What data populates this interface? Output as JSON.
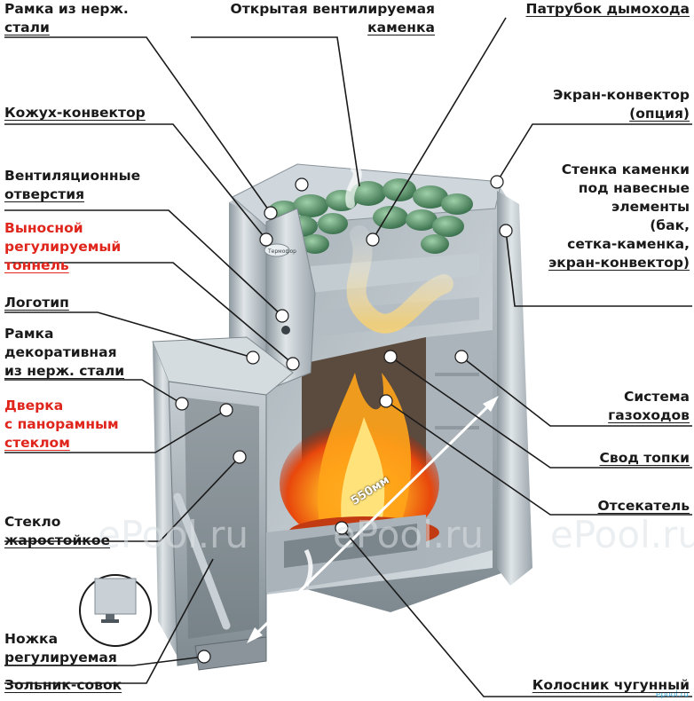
{
  "labels": {
    "frame_steel": "Рамка из нерж.\nстали",
    "open_heater": "Открытая вентилируемая\nкаменка",
    "chimney": "Патрубок дымохода",
    "screen_convector": "Экран-конвектор\n(опция)",
    "casing_convector": "Кожух-конвектор",
    "vent_holes": "Вентиляционные\nотверстия",
    "wall_heater": "Стенка каменки\nпод навесные\nэлементы\n(бак,\nсетка-каменка,\nэкран-конвектор)",
    "tunnel": "Выносной\nрегулируемый\nтоннель",
    "logo": "Логотип",
    "deco_frame": "Рамка\nдекоративная\nиз нерж. стали",
    "gas_system": "Система\nгазоходов",
    "door": "Дверка\nс панорамным\nстеклом",
    "firebox_arch": "Свод топки",
    "glass": "Стекло\nжаростойкое",
    "cutter": "Отсекатель",
    "leg": "Ножка\nрегулируемая",
    "ash_pan": "Зольник-совок",
    "grate": "Колосник чугунный"
  },
  "dimension": "550мм",
  "brand_plate": "Термофор",
  "watermarks": [
    "ePool.ru",
    "ePool.ru",
    "ePool.ru"
  ],
  "corner_watermark": "epool.ru",
  "colors": {
    "label": "#1a1a1a",
    "highlight": "#e0261c",
    "pointer": "#1a1a1a",
    "steel": "#b9c2c8"
  }
}
